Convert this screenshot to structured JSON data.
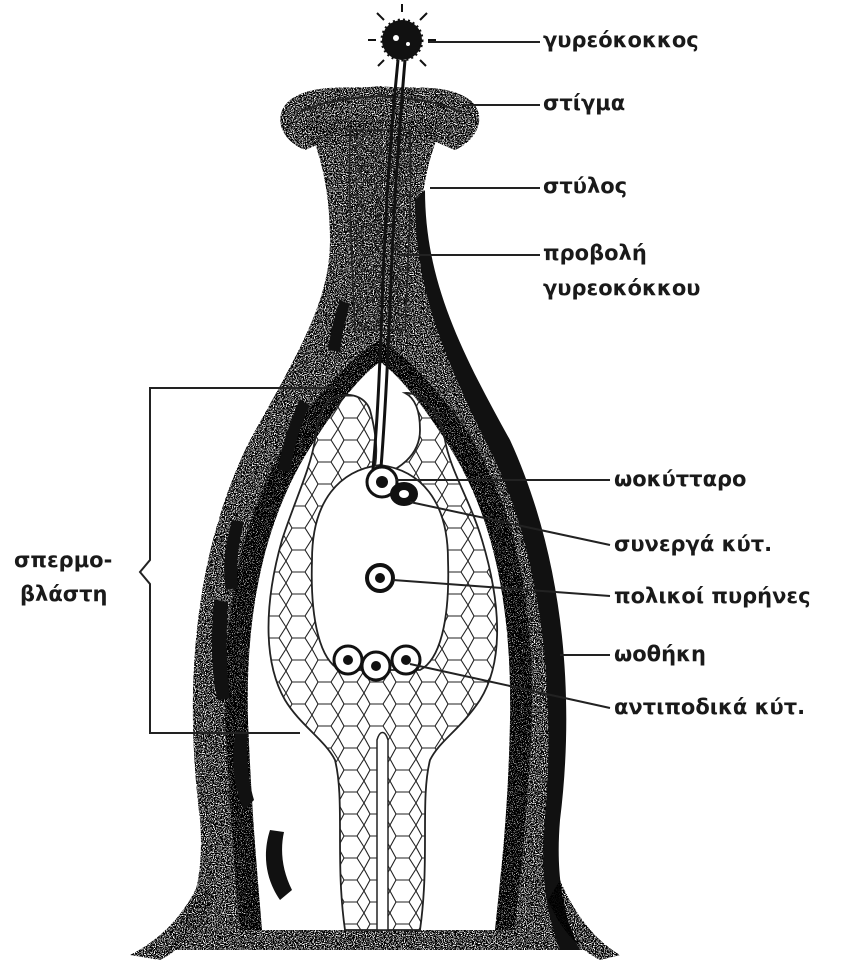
{
  "labels": {
    "pollen_grain": "γυρεόκοκκος",
    "stigma": "στίγμα",
    "style": "στύλος",
    "pollen_tube_line1": "προβολή",
    "pollen_tube_line2": "γυρεοκόκκου",
    "egg_cell": "ωοκύτταρο",
    "synergids": "συνεργά κύτ.",
    "polar_nuclei": "πολικοί πυρήνες",
    "ovary": "ωοθήκη",
    "antipodals": "αντιποδικά κύτ.",
    "seed_primordium_line1": "σπερμο-",
    "seed_primordium_line2": "βλάστη"
  }
}
